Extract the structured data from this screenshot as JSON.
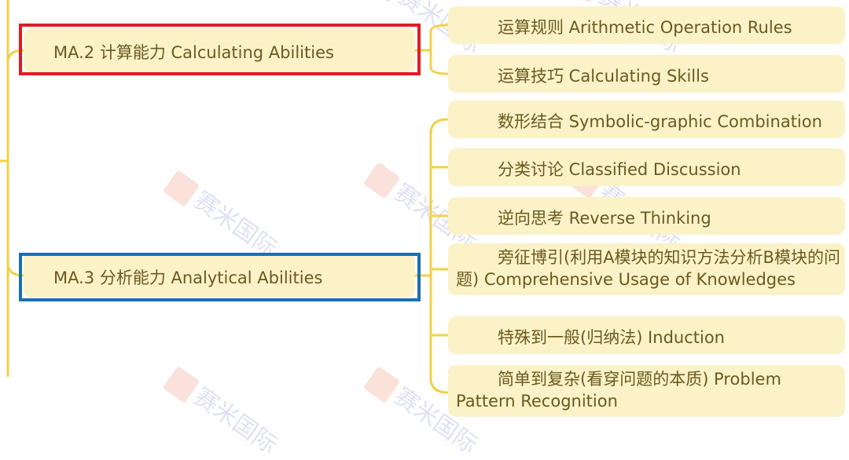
{
  "watermark": "赛米国际",
  "colors": {
    "node_bg": "#fcf2c8",
    "connector": "#f0d24a",
    "text": "#6b5a1f",
    "highlight_red": "#e01b22",
    "highlight_blue": "#1a6fb5"
  },
  "categories": [
    {
      "label": "MA.2 计算能力 Calculating Abilities",
      "highlight": "red",
      "children": [
        "运算规则 Arithmetic Operation Rules",
        "运算技巧 Calculating Skills"
      ]
    },
    {
      "label": "MA.3 分析能力 Analytical Abilities",
      "highlight": "blue",
      "children": [
        "数形结合 Symbolic-graphic Combination",
        "分类讨论 Classified Discussion",
        "逆向思考 Reverse Thinking",
        "旁征博引(利用A模块的知识方法分析B模块的问题) Comprehensive Usage of Knowledges",
        "特殊到一般(归纳法) Induction",
        "简单到复杂(看穿问题的本质) Problem Pattern Recognition"
      ]
    }
  ]
}
